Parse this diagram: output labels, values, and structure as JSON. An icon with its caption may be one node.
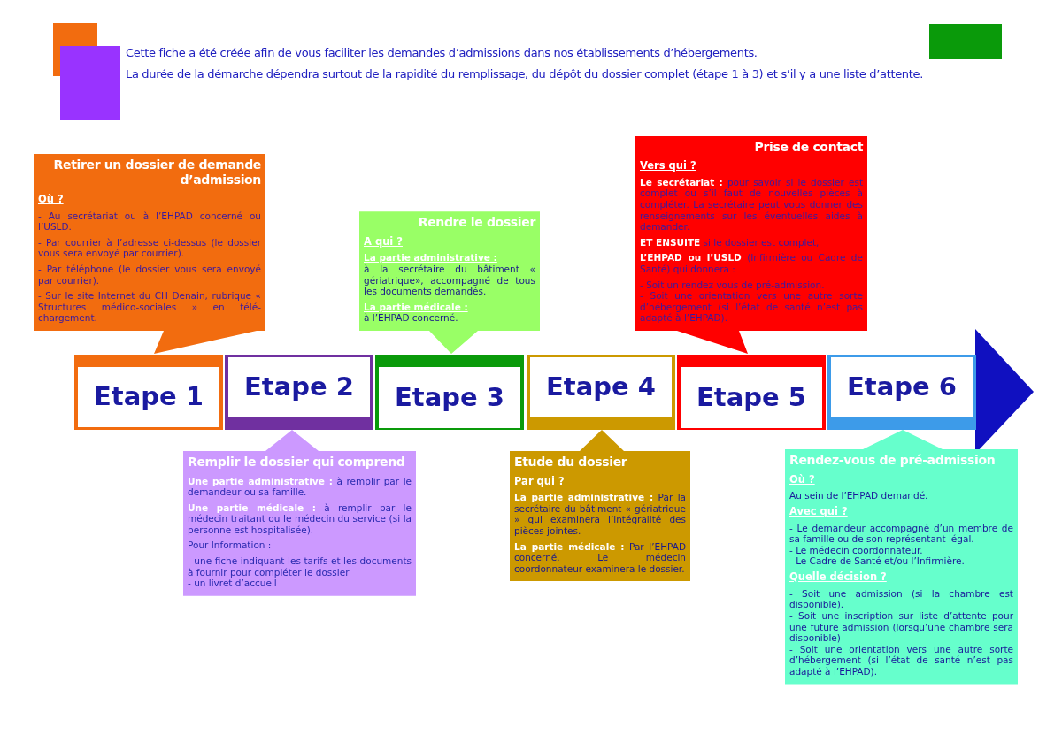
{
  "diagram": {
    "nodes": [
      {
        "text": [
          "Etape 1"
        ]
      },
      {
        "text": [
          "Etape 2"
        ]
      },
      {
        "text": [
          "Etape 3"
        ]
      },
      {
        "text": [
          "Etape 4"
        ]
      },
      {
        "text": [
          "Etape 5"
        ]
      },
      {
        "text": [
          "Etape 6"
        ]
      },
      {
        "text": [
          "Retirer un dossier de demande d’admission",
          "Où ?",
          "- Au secrétariat ou à l’EHPAD concerné ou l’USLD.",
          "- Par courrier à l’adresse ci-dessus (le dossier vous sera envoyé par courrier).",
          "- Par téléphone (le dossier vous sera envoyé par courrier).",
          "- Sur le site Internet du CH Denain, rubrique « Structures médico-sociales » en télé-chargement."
        ]
      },
      {
        "text": [
          "Remplir le dossier qui comprend",
          "**Une partie administrative :** à remplir par le demandeur ou sa famille.",
          "**Une partie médicale :** à remplir par le médecin traitant ou le médecin du service (si la personne est hospitalisée).",
          "Pour Information :",
          "- une fiche indiquant les tarifs et les documents à fournir pour compléter le dossier",
          "- un livret d’accueil"
        ]
      },
      {
        "text": [
          "Rendre le dossier",
          "A qui ?",
          "**La partie administrative :** à la secrétaire du bâtiment « gériatrique», accompagné de tous les documents demandés.",
          "**La partie médicale :** à l’EHPAD concerné."
        ]
      },
      {
        "text": [
          "Etude du dossier",
          "Par qui ?",
          "**La partie administrative :** Par la secrétaire du bâtiment « gériatrique » qui examinera l’intégralité des pièces jointes.",
          "**La partie médicale :** Par l’EHPAD concerné. Le médecin coordonnateur examinera le dossier."
        ]
      },
      {
        "text": [
          "Prise de contact",
          "Vers qui ?",
          "**Le secrétariat :** pour savoir si le dossier est complet ou s’il faut de nouvelles pièces à compléter. La secrétaire peut vous donner des renseignements sur les éventuelles aides à demander.",
          "**ET ENSUITE** si le dossier est complet,",
          "**L’EHPAD ou l’USLD** (Infirmière ou Cadre de Santé) qui donnera :",
          "- Soit un rendez vous de pré-admission.",
          "- Soit une orientation vers une autre sorte d’hébergement (si l’état de santé n’est pas adapté à l’EHPAD)."
        ]
      },
      {
        "text": [
          "Rendez-vous de pré-admission",
          "Où ?",
          "Au sein de l’EHPAD demandé.",
          "Avec qui ?",
          "- Le demandeur accompagné d’un membre de sa famille ou de son représentant légal.",
          "- Le médecin coordonnateur.",
          "- Le Cadre de Santé et/ou l’Infirmière.",
          "Quelle décision ?",
          "- Soit une admission (si la chambre est disponible).",
          "- Soit une inscription sur liste d’attente pour une future admission (lorsqu’une chambre sera disponible)",
          "- Soit une orientation vers une autre sorte d’hébergement (si l’état de santé n’est pas adapté à l’EHPAD)."
        ]
      }
    ],
    "labels": [
      "Cette fiche a été créée afin de vous faciliter les demandes d’admissions dans nos établissements d’hébergements.",
      "La durée de la démarche dépendra surtout de la rapidité du remplissage, du dépôt du dossier complet (étape 1 à 3) et s’il y a une liste d’attente."
    ]
  }
}
